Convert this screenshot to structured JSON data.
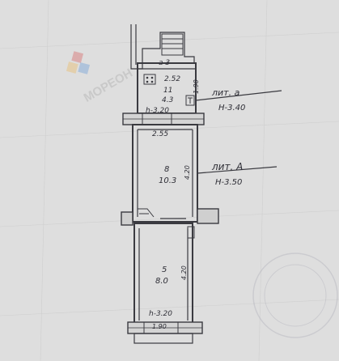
{
  "watermark": {
    "text": "MOPEOH"
  },
  "rooms": [
    {
      "number": "11",
      "area": "4.3",
      "width": "2.52",
      "length": "1.90",
      "height": "h-3.20"
    },
    {
      "number": "8",
      "area": "10.3",
      "width": "2.55",
      "length": "4.20"
    },
    {
      "number": "5",
      "area": "8.0",
      "width": "1.90",
      "length": "4.20",
      "height": "h-3.20"
    }
  ],
  "misc": {
    "top_label": "a 3"
  },
  "annotations": [
    {
      "text": "лит. а",
      "height": "H-3.40"
    },
    {
      "text": "лит. А",
      "height": "H-3.50"
    }
  ]
}
